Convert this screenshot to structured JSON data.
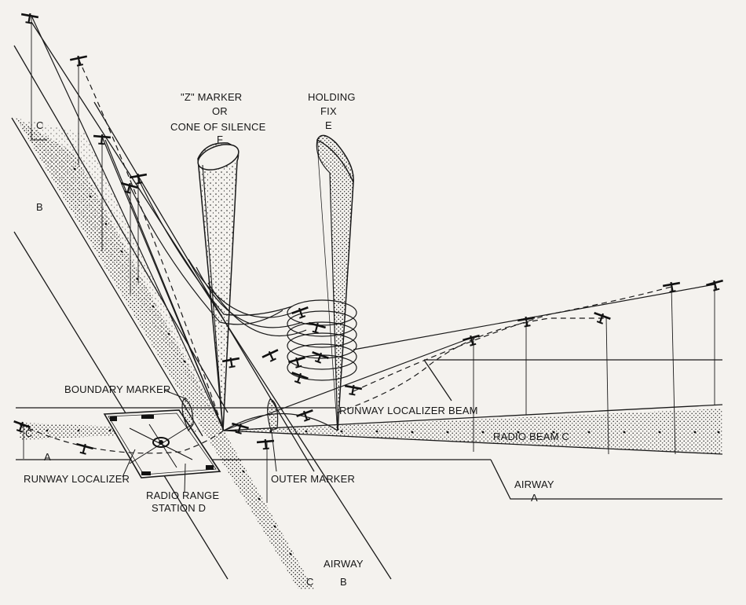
{
  "labels": {
    "z_marker_line1": "\"Z\" MARKER",
    "z_marker_line2": "OR",
    "z_marker_line3": "CONE OF SILENCE",
    "z_marker_line4": "F",
    "holding_line1": "HOLDING",
    "holding_line2": "FIX",
    "holding_line3": "E",
    "boundary_marker": "BOUNDARY MARKER",
    "runway_localizer_beam": "RUNWAY LOCALIZER BEAM",
    "radio_beam_c": "RADIO BEAM C",
    "runway_localizer": "RUNWAY LOCALIZER",
    "outer_marker": "OUTER MARKER",
    "radio_range_line1": "RADIO RANGE",
    "radio_range_line2": "STATION D",
    "airway_a_line1": "AIRWAY",
    "airway_a_line2": "A",
    "airway_b_line1": "AIRWAY",
    "airway_b_line2": "B",
    "letter_c_top": "C",
    "letter_b_left": "B",
    "letter_c_left": "C",
    "letter_a_left": "A",
    "letter_c_bottom": "C"
  },
  "colors": {
    "ink": "#1a1a1a",
    "paper": "#f4f2ee"
  }
}
